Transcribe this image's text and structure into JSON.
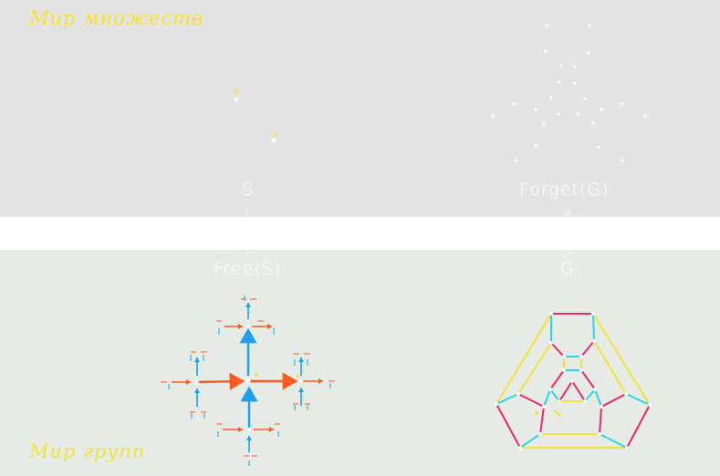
{
  "world_sets": {
    "label": "Мир множеств"
  },
  "world_groups": {
    "label": "Мир групп"
  },
  "objects": {
    "set": "S",
    "forget": "Forget(G)",
    "free": "Free(S)",
    "group": "G"
  },
  "set_elements": {
    "a": "a",
    "b": "b"
  },
  "colors": {
    "sets_background": "#e4e4e4",
    "groups_background": "#e6ebe5",
    "world_label": "#f2e23a",
    "generator_a_arrow": "#ff5a1f",
    "generator_b_arrow": "#1fa0e8",
    "cayley_yellow": "#f2e23a",
    "cayley_magenta": "#e8286f",
    "cayley_cyan": "#2fd5e6",
    "point": "#ffffff"
  }
}
